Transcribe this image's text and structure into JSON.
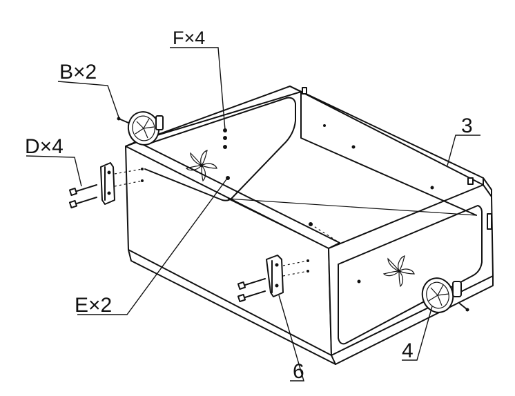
{
  "labels": {
    "f": "F×4",
    "b": "B×2",
    "d": "D×4",
    "e": "E×2",
    "part3": "3",
    "part4": "4",
    "part6": "6"
  }
}
